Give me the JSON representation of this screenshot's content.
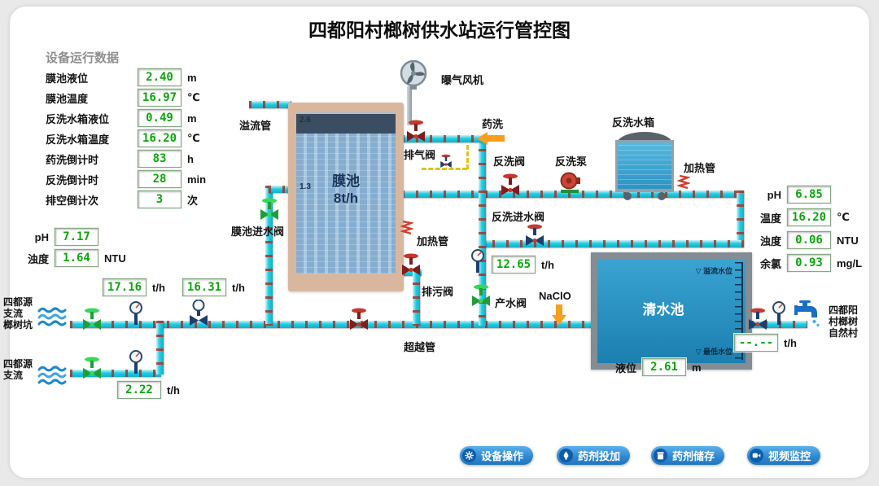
{
  "title": "四都阳村榔树供水站运行管控图",
  "device_panel": {
    "title": "设备运行数据",
    "rows": [
      {
        "label": "膜池液位",
        "value": "2.40",
        "unit": "m"
      },
      {
        "label": "膜池温度",
        "value": "16.97",
        "unit": "℃"
      },
      {
        "label": "反洗水箱液位",
        "value": "0.49",
        "unit": "m"
      },
      {
        "label": "反洗水箱温度",
        "value": "16.20",
        "unit": "℃"
      },
      {
        "label": "药洗倒计时",
        "value": "83",
        "unit": "h"
      },
      {
        "label": "反洗倒计时",
        "value": "28",
        "unit": "min"
      },
      {
        "label": "排空倒计次",
        "value": "3",
        "unit": "次"
      }
    ]
  },
  "inlet_quality": {
    "rows": [
      {
        "label": "pH",
        "value": "7.17",
        "unit": ""
      },
      {
        "label": "浊度",
        "value": "1.64",
        "unit": "NTU"
      }
    ]
  },
  "outlet_quality": {
    "rows": [
      {
        "label": "pH",
        "value": "6.85",
        "unit": ""
      },
      {
        "label": "温度",
        "value": "16.20",
        "unit": "℃"
      },
      {
        "label": "浊度",
        "value": "0.06",
        "unit": "NTU"
      },
      {
        "label": "余氯",
        "value": "0.93",
        "unit": "mg/L"
      }
    ]
  },
  "flows": {
    "line1": {
      "value": "17.16",
      "unit": "t/h"
    },
    "line2": {
      "value": "16.31",
      "unit": "t/h"
    },
    "line3": {
      "value": "2.22",
      "unit": "t/h"
    },
    "product": {
      "value": "12.65",
      "unit": "t/h"
    },
    "outlet": {
      "value": "--.--",
      "unit": "t/h"
    }
  },
  "sources": {
    "line1": "四都源\n支流\n榔树坑",
    "line2": "四都源\n支流"
  },
  "destination": "四都阳\n村榔树\n自然村",
  "membrane_tank": {
    "name": "膜池",
    "rate": "8t/h",
    "scale_top": "2.6",
    "scale_mid": "1.3"
  },
  "clear_tank": {
    "name": "清水池",
    "overflow_mark": "▽ 溢流水位",
    "min_mark": "▽ 最低水位",
    "level_label": "液位",
    "level_value": "2.61",
    "level_unit": "m"
  },
  "labels": {
    "overflow_pipe": "溢流管",
    "blower": "曝气风机",
    "exhaust_valve": "排气阀",
    "chem_wash": "药洗",
    "backwash_valve": "反洗阀",
    "backwash_pump": "反洗泵",
    "backwash_tank": "反洗水箱",
    "heater_right": "加热管",
    "heater_membrane": "加热管",
    "backwash_inlet_valve": "反洗进水阀",
    "drain_valve": "排污阀",
    "product_valve": "产水阀",
    "membrane_inlet_valve": "膜池进水阀",
    "naclo": "NaClO",
    "bypass_pipe": "超越管"
  },
  "buttons": [
    {
      "label": "设备操作",
      "icon": "gear-icon"
    },
    {
      "label": "药剂投加",
      "icon": "dosing-icon"
    },
    {
      "label": "药剂储存",
      "icon": "storage-icon"
    },
    {
      "label": "视频监控",
      "icon": "camera-icon"
    }
  ],
  "colors": {
    "pipe": "#24cde2",
    "accent_green": "#0ca60c",
    "arrow_orange": "#f7a01d",
    "button_blue": "#2d86cf"
  }
}
